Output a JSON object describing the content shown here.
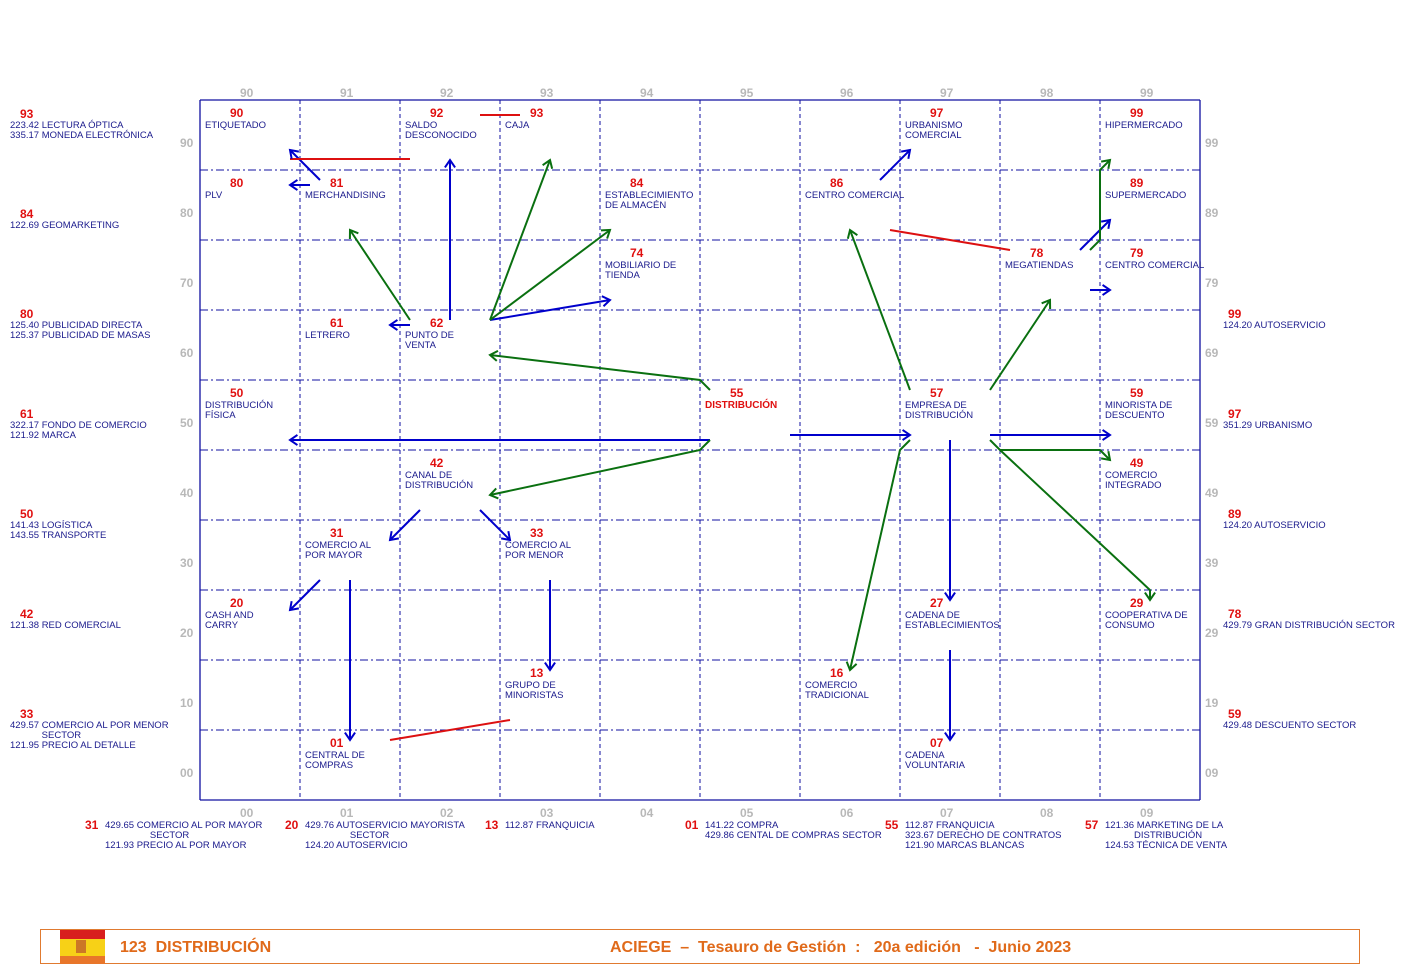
{
  "axes": {
    "top": [
      "90",
      "91",
      "92",
      "93",
      "94",
      "95",
      "96",
      "97",
      "98",
      "99"
    ],
    "bottom": [
      "00",
      "01",
      "02",
      "03",
      "04",
      "05",
      "06",
      "07",
      "08",
      "09"
    ],
    "left": [
      "90",
      "80",
      "70",
      "60",
      "50",
      "40",
      "30",
      "20",
      "10",
      "00"
    ],
    "right": [
      "99",
      "89",
      "79",
      "69",
      "59",
      "49",
      "39",
      "29",
      "19",
      "09"
    ]
  },
  "terms": [
    {
      "code": "90",
      "label": "ETIQUETADO"
    },
    {
      "code": "92",
      "label": "SALDO\nDESCONOCIDO"
    },
    {
      "code": "93",
      "label": "CAJA"
    },
    {
      "code": "97",
      "label": "URBANISMO\nCOMERCIAL"
    },
    {
      "code": "99",
      "label": "HIPERMERCADO"
    },
    {
      "code": "80",
      "label": "PLV"
    },
    {
      "code": "81",
      "label": "MERCHANDISING"
    },
    {
      "code": "84",
      "label": "ESTABLECIMIENTO\nDE ALMACÉN"
    },
    {
      "code": "86",
      "label": "CENTRO COMERCIAL"
    },
    {
      "code": "89",
      "label": "SUPERMERCADO"
    },
    {
      "code": "74",
      "label": "MOBILIARIO DE\nTIENDA"
    },
    {
      "code": "78",
      "label": "MEGATIENDAS"
    },
    {
      "code": "79",
      "label": "CENTRO COMERCIAL"
    },
    {
      "code": "61",
      "label": "LETRERO"
    },
    {
      "code": "62",
      "label": "PUNTO DE\nVENTA"
    },
    {
      "code": "50",
      "label": "DISTRIBUCIÓN\nFÍSICA"
    },
    {
      "code": "55",
      "label": "DISTRIBUCIÓN",
      "main": true
    },
    {
      "code": "57",
      "label": "EMPRESA DE\nDISTRIBUCIÓN"
    },
    {
      "code": "59",
      "label": "MINORISTA DE\nDESCUENTO"
    },
    {
      "code": "42",
      "label": "CANAL DE\nDISTRIBUCIÓN"
    },
    {
      "code": "49",
      "label": "COMERCIO\nINTEGRADO"
    },
    {
      "code": "31",
      "label": "COMERCIO AL\nPOR MAYOR"
    },
    {
      "code": "33",
      "label": "COMERCIO AL\nPOR MENOR"
    },
    {
      "code": "20",
      "label": "CASH AND\nCARRY"
    },
    {
      "code": "27",
      "label": "CADENA DE\nESTABLECIMIENTOS"
    },
    {
      "code": "29",
      "label": "COOPERATIVA DE\nCONSUMO"
    },
    {
      "code": "13",
      "label": "GRUPO DE\nMINORISTAS"
    },
    {
      "code": "16",
      "label": "COMERCIO\nTRADICIONAL"
    },
    {
      "code": "01",
      "label": "CENTRAL DE\nCOMPRAS"
    },
    {
      "code": "07",
      "label": "CADENA\nVOLUNTARIA"
    }
  ],
  "notes_left": [
    {
      "code": "93",
      "text": "223.42 LECTURA ÓPTICA\n335.17 MONEDA ELECTRÓNICA"
    },
    {
      "code": "84",
      "text": "122.69 GEOMARKETING"
    },
    {
      "code": "80",
      "text": "125.40 PUBLICIDAD DIRECTA\n125.37 PUBLICIDAD DE MASAS"
    },
    {
      "code": "61",
      "text": "322.17 FONDO DE COMERCIO\n121.92 MARCA"
    },
    {
      "code": "50",
      "text": "141.43 LOGÍSTICA\n143.55 TRANSPORTE"
    },
    {
      "code": "42",
      "text": "121.38 RED COMERCIAL"
    },
    {
      "code": "33",
      "text": "429.57 COMERCIO AL POR MENOR\n            SECTOR\n121.95 PRECIO AL DETALLE"
    }
  ],
  "notes_right": [
    {
      "code": "99",
      "text": "124.20 AUTOSERVICIO"
    },
    {
      "code": "97",
      "text": "351.29 URBANISMO"
    },
    {
      "code": "89",
      "text": "124.20 AUTOSERVICIO"
    },
    {
      "code": "78",
      "text": "429.79 GRAN DISTRIBUCIÓN SECTOR"
    },
    {
      "code": "59",
      "text": "429.48 DESCUENTO SECTOR"
    }
  ],
  "notes_bottom": [
    {
      "code": "31",
      "text": "429.65 COMERCIO AL POR MAYOR\n                 SECTOR\n121.93 PRECIO AL POR MAYOR"
    },
    {
      "code": "20",
      "text": "429.76 AUTOSERVICIO MAYORISTA\n                 SECTOR\n124.20 AUTOSERVICIO"
    },
    {
      "code": "13",
      "text": "112.87 FRANQUICIA"
    },
    {
      "code": "01",
      "text": "141.22 COMPRA\n429.86 CENTAL DE COMPRAS SECTOR"
    },
    {
      "code": "55",
      "text": "112.87 FRANQUICIA\n323.67 DERECHO DE CONTRATOS\n121.90 MARCAS BLANCAS"
    },
    {
      "code": "57",
      "text": "121.36 MARKETING DE LA\n           DISTRIBUCIÓN\n124.53 TÉCNICA DE VENTA"
    }
  ],
  "footer": {
    "section": "123  DISTRIBUCIÓN",
    "title": "ACIEGE  –  Tesauro de Gestión  :   20a edición   -  Junio 2023"
  },
  "colors": {
    "grid": "#1010a0",
    "broader": "#0000cc",
    "related": "#0a7010",
    "other": "#dd1010",
    "accent": "#e06a1a"
  }
}
